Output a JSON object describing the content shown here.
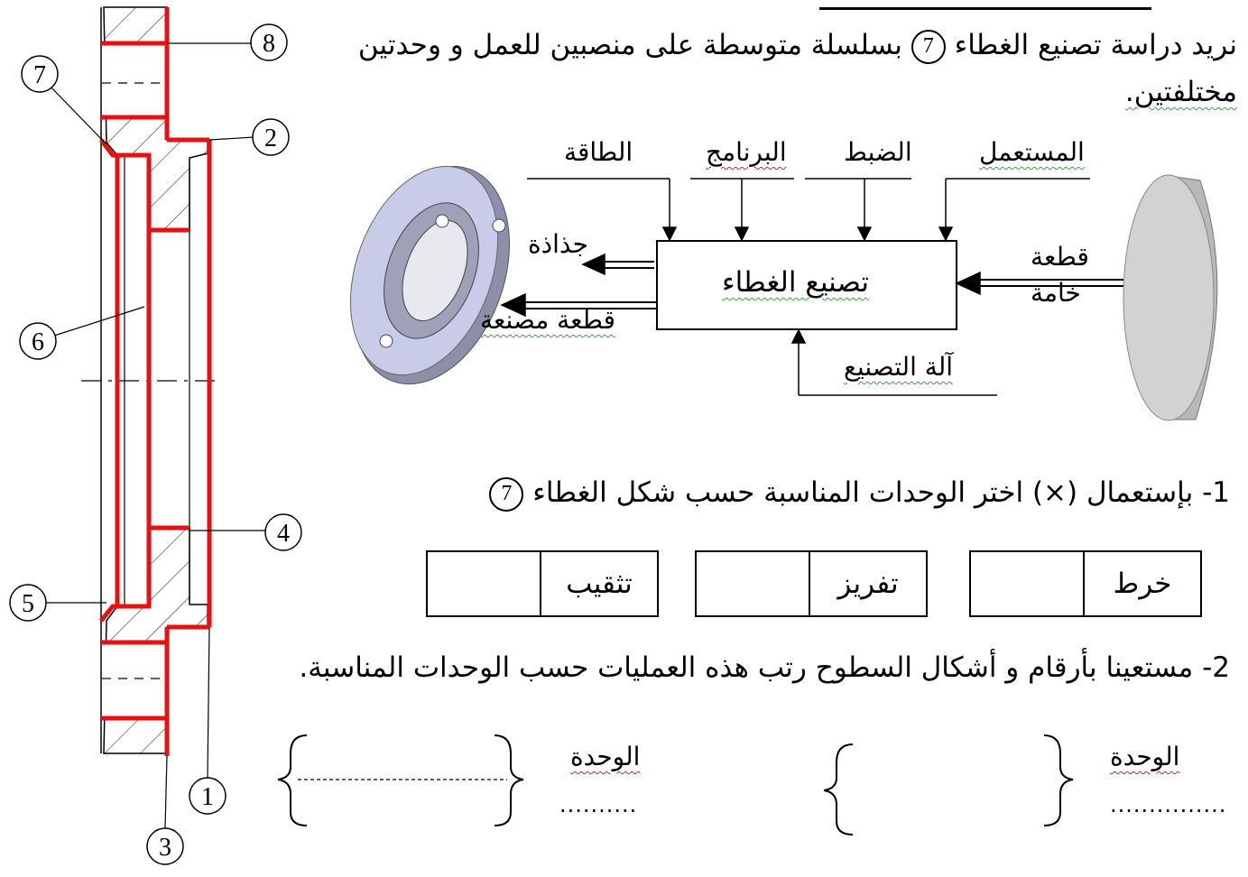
{
  "intro": {
    "line1_part1": "نريد دراسة تصنيع الغطاء",
    "line1_part2": "بسلسلة متوسطة على منصبين للعمل و وحدتين",
    "line2": "مختلفتين.",
    "part_number": "7"
  },
  "diagram": {
    "center_label": "تصنيع الغطاء",
    "inputs_top": [
      "المستعمل",
      "الضبط",
      "البرنامج",
      "الطاقة"
    ],
    "input_right": [
      "قطعة",
      "خامة"
    ],
    "input_bottom": "آلة التصنيع",
    "outputs": [
      "جذاذة",
      "قطعة مصنعة"
    ]
  },
  "drawing_labels": [
    "8",
    "7",
    "2",
    "6",
    "4",
    "5",
    "1",
    "3"
  ],
  "question1": {
    "text_number": "1-",
    "text": "بإستعمال (×) اختر الوحدات المناسبة حسب شكل الغطاء",
    "part_number": "7",
    "options": [
      "خرط",
      "تفريز",
      "تثقيب"
    ]
  },
  "question2": {
    "text": "2- مستعينا بأرقام و أشكال السطوح رتب هذه العمليات حسب الوحدات المناسبة.",
    "unit_label": "الوحدة",
    "unit_dots_right": "...............",
    "unit_dots_left": ".........."
  },
  "colors": {
    "outline_red": "#e81010",
    "green_underline": "#3aa23a"
  }
}
